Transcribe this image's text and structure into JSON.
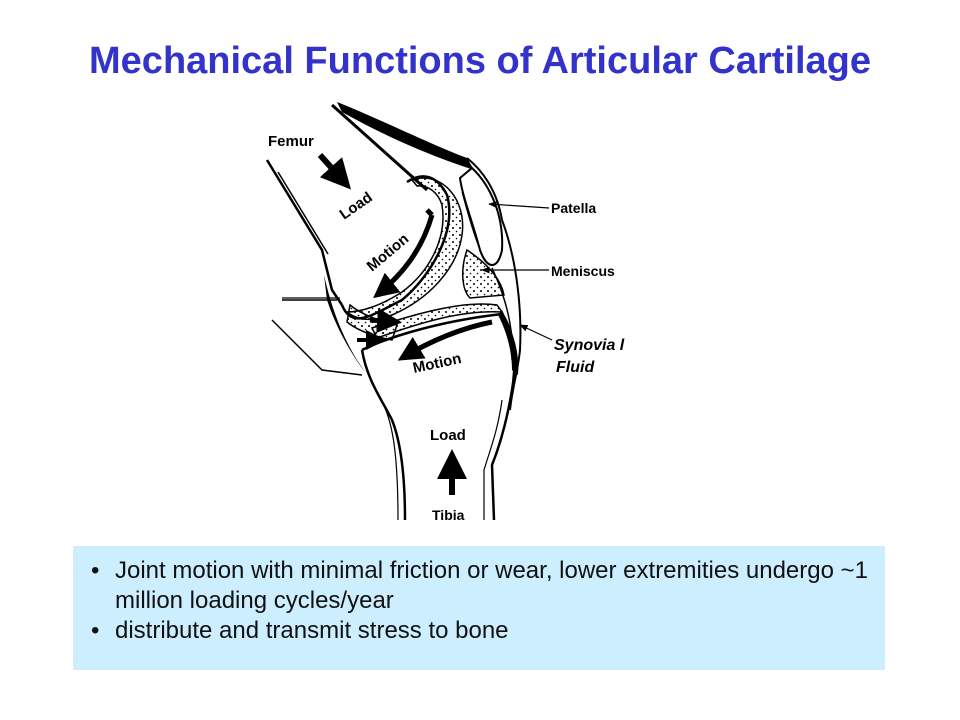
{
  "slide": {
    "title": "Mechanical Functions of Articular Cartilage",
    "title_color": "#3333cc"
  },
  "diagram": {
    "labels": {
      "femur": "Femur",
      "load_top": "Load",
      "motion_top": "Motion",
      "patella": "Patella",
      "meniscus": "Meniscus",
      "synovial": "Synovia l",
      "fluid": "Fluid",
      "motion_bottom": "Motion",
      "load_bottom": "Load",
      "tibia": "Tibia"
    }
  },
  "bullets": {
    "box_color": "#cceeff",
    "items": [
      "Joint motion with minimal friction or wear, lower extremities undergo ~1 million loading cycles/year",
      "distribute and transmit stress to bone"
    ]
  }
}
